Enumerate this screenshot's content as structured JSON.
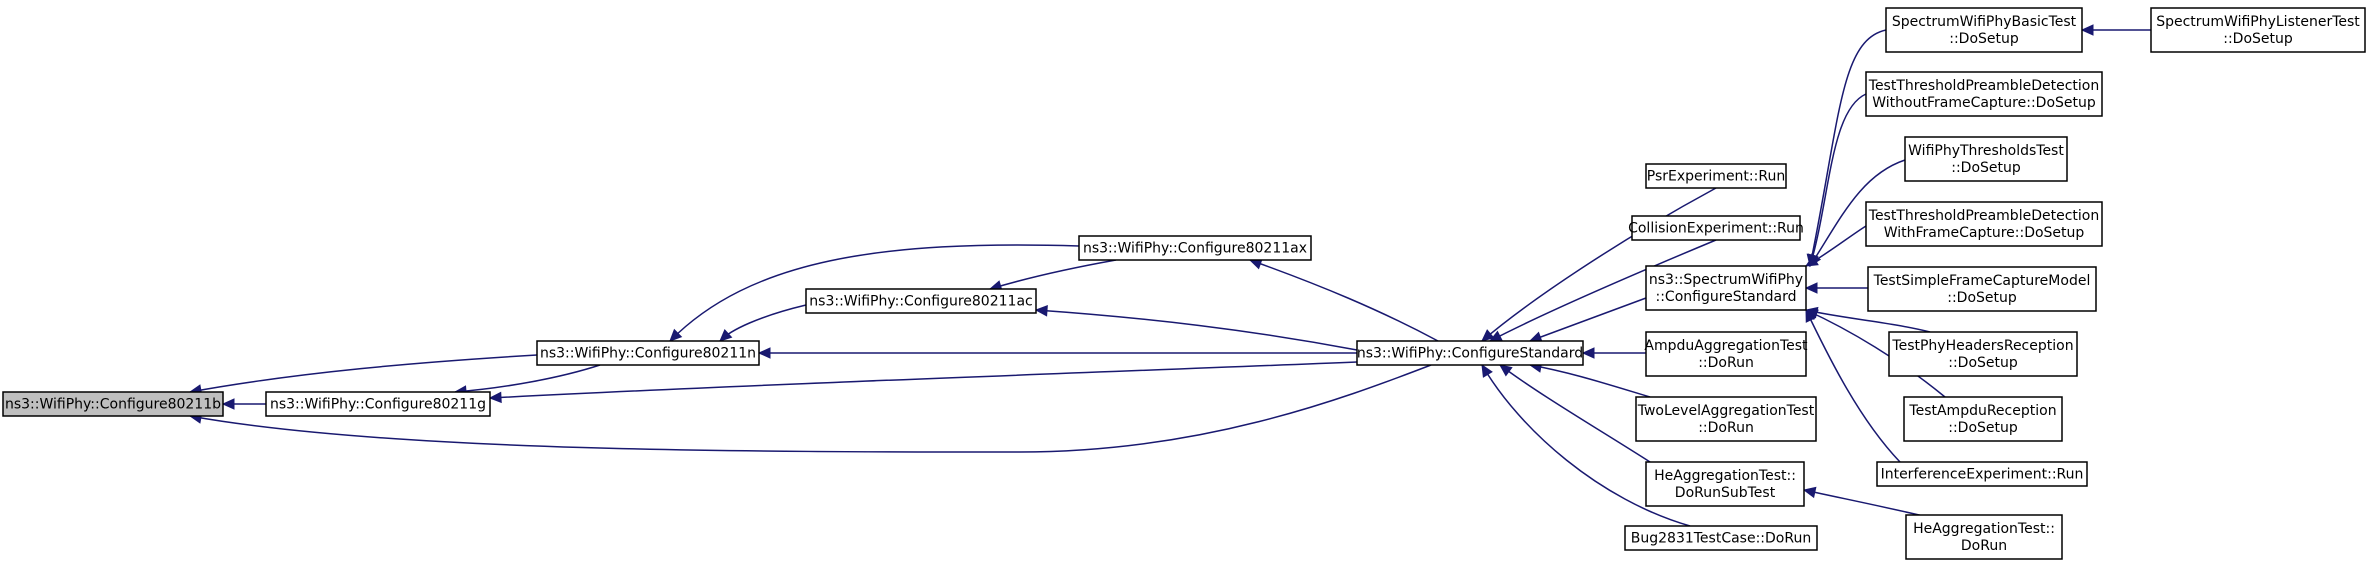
{
  "diagram": {
    "type": "call-graph",
    "edge_color": "#191970",
    "root_fill": "#bfbfbf",
    "nodes": [
      {
        "id": "root",
        "lines": [
          "ns3::WifiPhy::Configure80211b"
        ],
        "root": true
      },
      {
        "id": "n11g",
        "lines": [
          "ns3::WifiPhy::Configure80211g"
        ]
      },
      {
        "id": "n11n",
        "lines": [
          "ns3::WifiPhy::Configure80211n"
        ]
      },
      {
        "id": "n11ac",
        "lines": [
          "ns3::WifiPhy::Configure80211ac"
        ]
      },
      {
        "id": "n11ax",
        "lines": [
          "ns3::WifiPhy::Configure80211ax"
        ]
      },
      {
        "id": "cfgstd",
        "lines": [
          "ns3::WifiPhy::ConfigureStandard"
        ]
      },
      {
        "id": "psr",
        "lines": [
          "PsrExperiment::Run"
        ]
      },
      {
        "id": "collision",
        "lines": [
          "CollisionExperiment::Run"
        ]
      },
      {
        "id": "specstd",
        "lines": [
          "ns3::SpectrumWifiPhy",
          "::ConfigureStandard"
        ]
      },
      {
        "id": "ampdu",
        "lines": [
          "AmpduAggregationTest",
          "::DoRun"
        ]
      },
      {
        "id": "twolevel",
        "lines": [
          "TwoLevelAggregationTest",
          "::DoRun"
        ]
      },
      {
        "id": "heagg",
        "lines": [
          "HeAggregationTest::",
          "DoRunSubTest"
        ]
      },
      {
        "id": "bug2831",
        "lines": [
          "Bug2831TestCase::DoRun"
        ]
      },
      {
        "id": "specbasic",
        "lines": [
          "SpectrumWifiPhyBasicTest",
          "::DoSetup"
        ]
      },
      {
        "id": "speclistener",
        "lines": [
          "SpectrumWifiPhyListenerTest",
          "::DoSetup"
        ]
      },
      {
        "id": "thrnocap",
        "lines": [
          "TestThresholdPreambleDetection",
          "WithoutFrameCapture::DoSetup"
        ]
      },
      {
        "id": "thresholds",
        "lines": [
          "WifiPhyThresholdsTest",
          "::DoSetup"
        ]
      },
      {
        "id": "thrcap",
        "lines": [
          "TestThresholdPreambleDetection",
          "WithFrameCapture::DoSetup"
        ]
      },
      {
        "id": "simplecap",
        "lines": [
          "TestSimpleFrameCaptureModel",
          "::DoSetup"
        ]
      },
      {
        "id": "headers",
        "lines": [
          "TestPhyHeadersReception",
          "::DoSetup"
        ]
      },
      {
        "id": "ampdurx",
        "lines": [
          "TestAmpduReception",
          "::DoSetup"
        ]
      },
      {
        "id": "interference",
        "lines": [
          "InterferenceExperiment::Run"
        ]
      },
      {
        "id": "heaggrun",
        "lines": [
          "HeAggregationTest::",
          "DoRun"
        ]
      }
    ],
    "edges": [
      {
        "from": "n11g",
        "to": "root"
      },
      {
        "from": "n11n",
        "to": "root"
      },
      {
        "from": "cfgstd",
        "to": "root"
      },
      {
        "from": "n11n",
        "to": "n11g"
      },
      {
        "from": "cfgstd",
        "to": "n11g"
      },
      {
        "from": "n11ac",
        "to": "n11n"
      },
      {
        "from": "n11ax",
        "to": "n11n"
      },
      {
        "from": "cfgstd",
        "to": "n11n"
      },
      {
        "from": "n11ax",
        "to": "n11ac"
      },
      {
        "from": "cfgstd",
        "to": "n11ac"
      },
      {
        "from": "cfgstd",
        "to": "n11ax"
      },
      {
        "from": "psr",
        "to": "cfgstd"
      },
      {
        "from": "collision",
        "to": "cfgstd"
      },
      {
        "from": "specstd",
        "to": "cfgstd"
      },
      {
        "from": "ampdu",
        "to": "cfgstd"
      },
      {
        "from": "twolevel",
        "to": "cfgstd"
      },
      {
        "from": "heagg",
        "to": "cfgstd"
      },
      {
        "from": "bug2831",
        "to": "cfgstd"
      },
      {
        "from": "specbasic",
        "to": "specstd"
      },
      {
        "from": "thrnocap",
        "to": "specstd"
      },
      {
        "from": "thresholds",
        "to": "specstd"
      },
      {
        "from": "thrcap",
        "to": "specstd"
      },
      {
        "from": "simplecap",
        "to": "specstd"
      },
      {
        "from": "headers",
        "to": "specstd"
      },
      {
        "from": "ampdurx",
        "to": "specstd"
      },
      {
        "from": "interference",
        "to": "specstd"
      },
      {
        "from": "speclistener",
        "to": "specbasic"
      },
      {
        "from": "heaggrun",
        "to": "heagg"
      }
    ]
  }
}
